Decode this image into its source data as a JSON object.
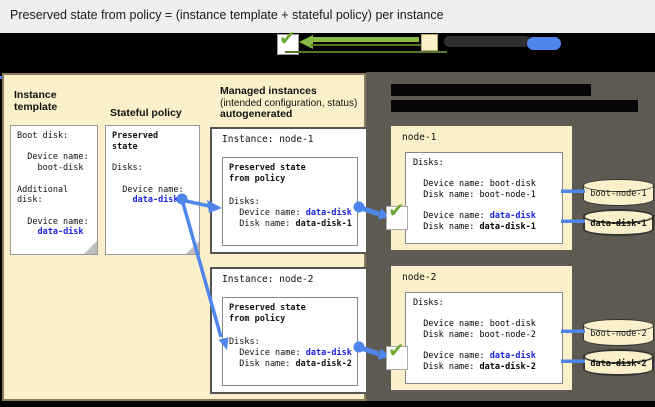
{
  "title": "Preserved state from policy = (instance template + stateful policy) per instance",
  "glyphs": {
    "check": "✔"
  },
  "colors": {
    "beige": "#FCF0CA",
    "panel_gray": "#5E5A52",
    "blue_text": "#1B22DF",
    "connector_blue": "#4E86EC",
    "check_green": "#6FA832",
    "legend_green": "#86B842",
    "bar_blue": "#4579E8"
  },
  "headings": {
    "instance_template": "Instance\ntemplate",
    "stateful_policy": "Stateful policy",
    "managed_line1": "Managed instances",
    "managed_line2": "(intended configuration, status)",
    "managed_line3": "autogenerated"
  },
  "instance_template_doc": {
    "lines": [
      [
        [
          "Boot disk:",
          "p"
        ]
      ],
      [
        [
          " ",
          "p"
        ]
      ],
      [
        [
          "  Device name:",
          "p"
        ]
      ],
      [
        [
          "    boot-disk",
          "p"
        ]
      ],
      [
        [
          " ",
          "p"
        ]
      ],
      [
        [
          "Additional",
          "p"
        ]
      ],
      [
        [
          "disk:",
          "p"
        ]
      ],
      [
        [
          " ",
          "p"
        ]
      ],
      [
        [
          "  Device name:",
          "p"
        ]
      ],
      [
        [
          "    ",
          "p"
        ],
        [
          "data-disk",
          "b"
        ]
      ]
    ]
  },
  "stateful_policy_doc": {
    "lines": [
      [
        [
          "Preserved",
          "s"
        ]
      ],
      [
        [
          "state",
          "s"
        ]
      ],
      [
        [
          " ",
          "p"
        ]
      ],
      [
        [
          "Disks:",
          "p"
        ]
      ],
      [
        [
          " ",
          "p"
        ]
      ],
      [
        [
          "  Device name:",
          "p"
        ]
      ],
      [
        [
          "    ",
          "p"
        ],
        [
          "data-disk",
          "b"
        ]
      ]
    ]
  },
  "managed": [
    {
      "title": "Instance: node-1",
      "lines": [
        [
          [
            "Preserved state",
            "s"
          ]
        ],
        [
          [
            "from policy",
            "s"
          ]
        ],
        [
          [
            " ",
            "p"
          ]
        ],
        [
          [
            "Disks:",
            "p"
          ]
        ],
        [
          [
            "  Device name: ",
            "p"
          ],
          [
            "data-disk",
            "b"
          ]
        ],
        [
          [
            "  Disk name: ",
            "p"
          ],
          [
            "data-disk-1",
            "s"
          ]
        ]
      ]
    },
    {
      "title": "Instance: node-2",
      "lines": [
        [
          [
            "Preserved state",
            "s"
          ]
        ],
        [
          [
            "from policy",
            "s"
          ]
        ],
        [
          [
            " ",
            "p"
          ]
        ],
        [
          [
            "Disks:",
            "p"
          ]
        ],
        [
          [
            "  Device name: ",
            "p"
          ],
          [
            "data-disk",
            "b"
          ]
        ],
        [
          [
            "  Disk name: ",
            "p"
          ],
          [
            "data-disk-2",
            "s"
          ]
        ]
      ]
    }
  ],
  "nodes": [
    {
      "name": "node-1",
      "lines": [
        [
          [
            "Disks:",
            "p"
          ]
        ],
        [
          [
            " ",
            "p"
          ]
        ],
        [
          [
            "  Device name: boot-disk",
            "p"
          ]
        ],
        [
          [
            "  Disk name: boot-node-1",
            "p"
          ]
        ],
        [
          [
            " ",
            "p"
          ]
        ],
        [
          [
            "  Device name: ",
            "p"
          ],
          [
            "data-disk",
            "b"
          ]
        ],
        [
          [
            "  Disk name: ",
            "p"
          ],
          [
            "data-disk-1",
            "s"
          ]
        ]
      ]
    },
    {
      "name": "node-2",
      "lines": [
        [
          [
            "Disks:",
            "p"
          ]
        ],
        [
          [
            " ",
            "p"
          ]
        ],
        [
          [
            "  Device name: boot-disk",
            "p"
          ]
        ],
        [
          [
            "  Disk name: boot-node-2",
            "p"
          ]
        ],
        [
          [
            " ",
            "p"
          ]
        ],
        [
          [
            "  Device name: ",
            "p"
          ],
          [
            "data-disk",
            "b"
          ]
        ],
        [
          [
            "  Disk name: ",
            "p"
          ],
          [
            "data-disk-2",
            "s"
          ]
        ]
      ]
    }
  ],
  "disks": [
    {
      "label": "boot-node-1"
    },
    {
      "label": "data-disk-1"
    },
    {
      "label": "boot-node-2"
    },
    {
      "label": "data-disk-2"
    }
  ]
}
